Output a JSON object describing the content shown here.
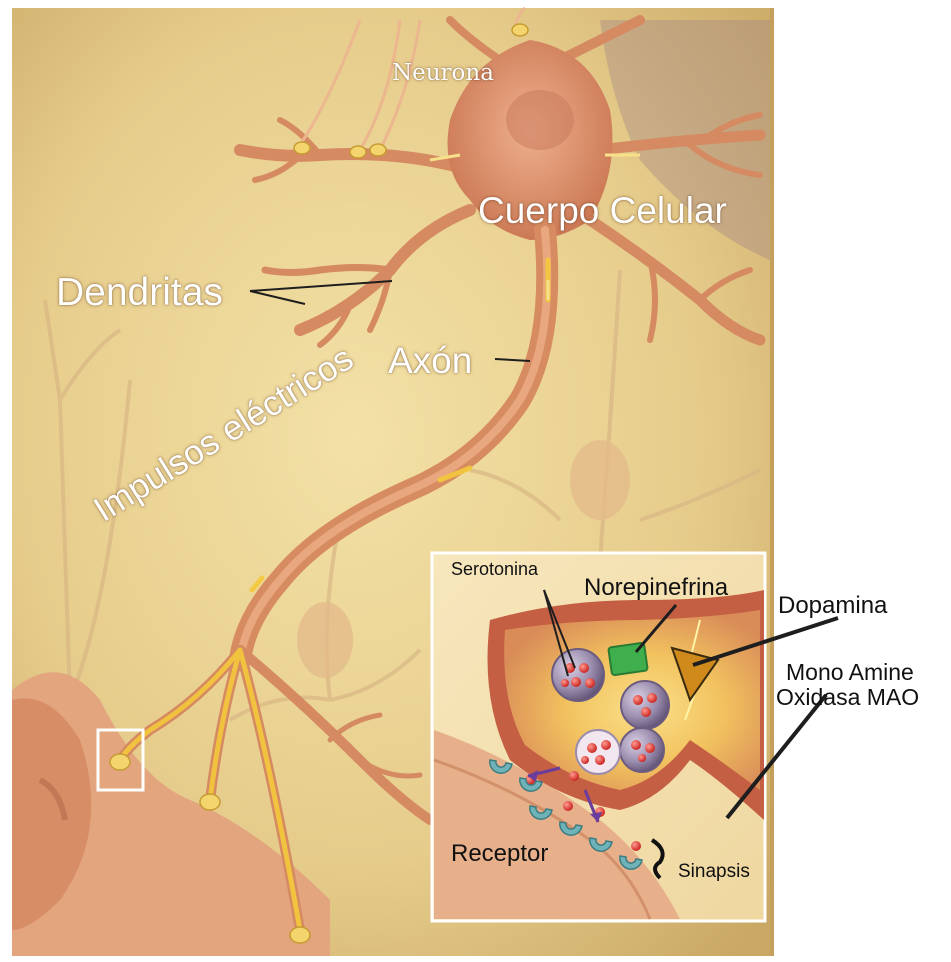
{
  "labels": {
    "neurona": "Neurona",
    "cuerpo_celular": "Cuerpo Celular",
    "dendritas": "Dendritas",
    "axon": "Axón",
    "impulsos": "Impulsos eléctricos",
    "serotonina": "Serotonina",
    "norepinefrina": "Norepinefrina",
    "dopamina": "Dopamina",
    "mao_line1": "Mono Amine",
    "mao_line2": "Oxidasa MAO",
    "receptor": "Receptor",
    "sinapsis": "Sinapsis"
  },
  "colors": {
    "background_parchment": "#e7cf8e",
    "neuron_body": "#d98d63",
    "neuron_shadow": "#b9603e",
    "impulse_yellow": "#f2c12e",
    "vesicle": "#8b7d9c",
    "neurotransmitter": "#e0332d",
    "norepinefrina_box": "#3fae4c",
    "dopamina_triangle": "#d08a1c",
    "receptor": "#6fb3b8",
    "inset_border": "#ffffff"
  }
}
